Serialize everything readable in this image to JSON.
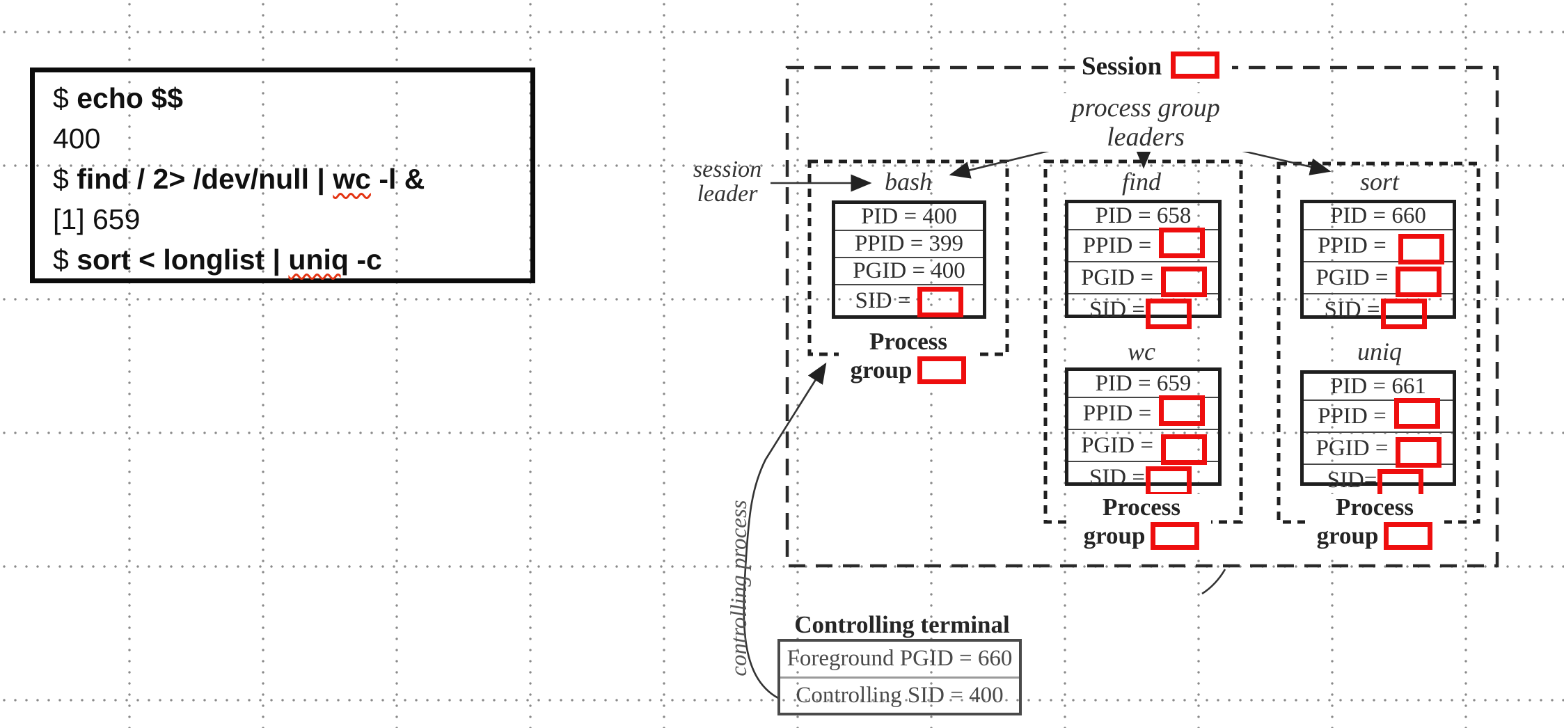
{
  "colors": {
    "red_box": "#ee0e0e",
    "ink": "#2b2b2b"
  },
  "terminal": {
    "lines": [
      {
        "prompt": "$",
        "command": "echo $$"
      },
      {
        "output": "400"
      },
      {
        "prompt": "$",
        "command_pre": "find / 2> /dev/null | ",
        "misspelled": "wc",
        "command_post": " -l &"
      },
      {
        "output": "[1] 659"
      },
      {
        "prompt": "$",
        "command_pre": "sort < longlist | ",
        "misspelled": "uniq",
        "command_post": " -c"
      }
    ]
  },
  "diagram": {
    "session_label": "Session",
    "process_group_leaders_label": "process group leaders",
    "session_leader": {
      "line1": "session",
      "line2": "leader"
    },
    "controlling_process_label": "controlling process",
    "process_group_footer": {
      "line1": "Process",
      "line2": "group"
    },
    "processes": {
      "bash": {
        "name": "bash",
        "rows": [
          "PID = 400",
          "PPID = 399",
          "PGID = 400",
          "SID ="
        ]
      },
      "find": {
        "name": "find",
        "rows": [
          "PID = 658",
          "PPID =",
          "PGID =",
          "SID ="
        ]
      },
      "wc": {
        "name": "wc",
        "rows": [
          "PID = 659",
          "PPID =",
          "PGID =",
          "SID ="
        ]
      },
      "sort": {
        "name": "sort",
        "rows": [
          "PID = 660",
          "PPID =",
          "PGID =",
          "SID ="
        ]
      },
      "uniq": {
        "name": "uniq",
        "rows": [
          "PID = 661",
          "PPID =",
          "PGID =",
          "SID="
        ]
      }
    },
    "controlling_terminal": {
      "title": "Controlling terminal",
      "rows": [
        "Foreground PGID = 660",
        "Controlling SID = 400"
      ]
    }
  }
}
